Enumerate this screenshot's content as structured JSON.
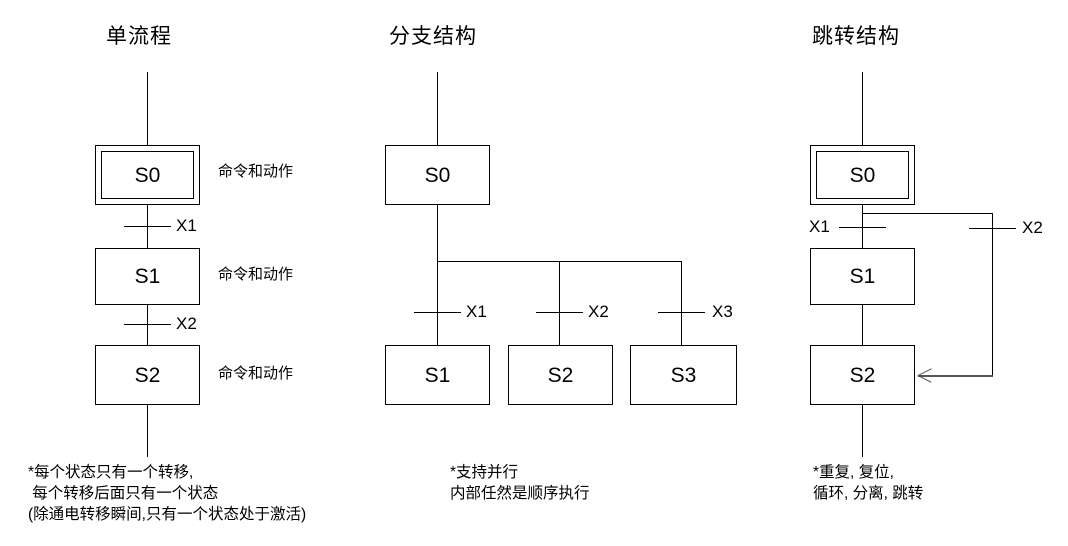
{
  "columns": [
    {
      "title": "单流程",
      "states": [
        {
          "name": "S0",
          "type": "initial",
          "note": "命令和动作"
        },
        {
          "name": "S1",
          "type": "normal",
          "note": "命令和动作"
        },
        {
          "name": "S2",
          "type": "normal",
          "note": "命令和动作"
        }
      ],
      "transitions": [
        {
          "label": "X1"
        },
        {
          "label": "X2"
        }
      ],
      "footnote": "*每个状态只有一个转移,\n 每个转移后面只有一个状态\n(除通电转移瞬间,只有一个状态处于激活)"
    },
    {
      "title": "分支结构",
      "states": [
        {
          "name": "S0",
          "type": "normal"
        },
        {
          "name": "S1",
          "type": "normal"
        },
        {
          "name": "S2",
          "type": "normal"
        },
        {
          "name": "S3",
          "type": "normal"
        }
      ],
      "transitions": [
        {
          "label": "X1"
        },
        {
          "label": "X2"
        },
        {
          "label": "X3"
        }
      ],
      "footnote": "*支持并行\n内部任然是顺序执行"
    },
    {
      "title": "跳转结构",
      "states": [
        {
          "name": "S0",
          "type": "initial"
        },
        {
          "name": "S1",
          "type": "normal"
        },
        {
          "name": "S2",
          "type": "normal"
        }
      ],
      "transitions": [
        {
          "label": "X1"
        },
        {
          "label": "X2"
        }
      ],
      "footnote": "*重复, 复位,\n循环, 分离, 跳转"
    }
  ],
  "colors": {
    "stroke": "#000000",
    "jump_arrow": "#555555",
    "background": "#ffffff"
  }
}
